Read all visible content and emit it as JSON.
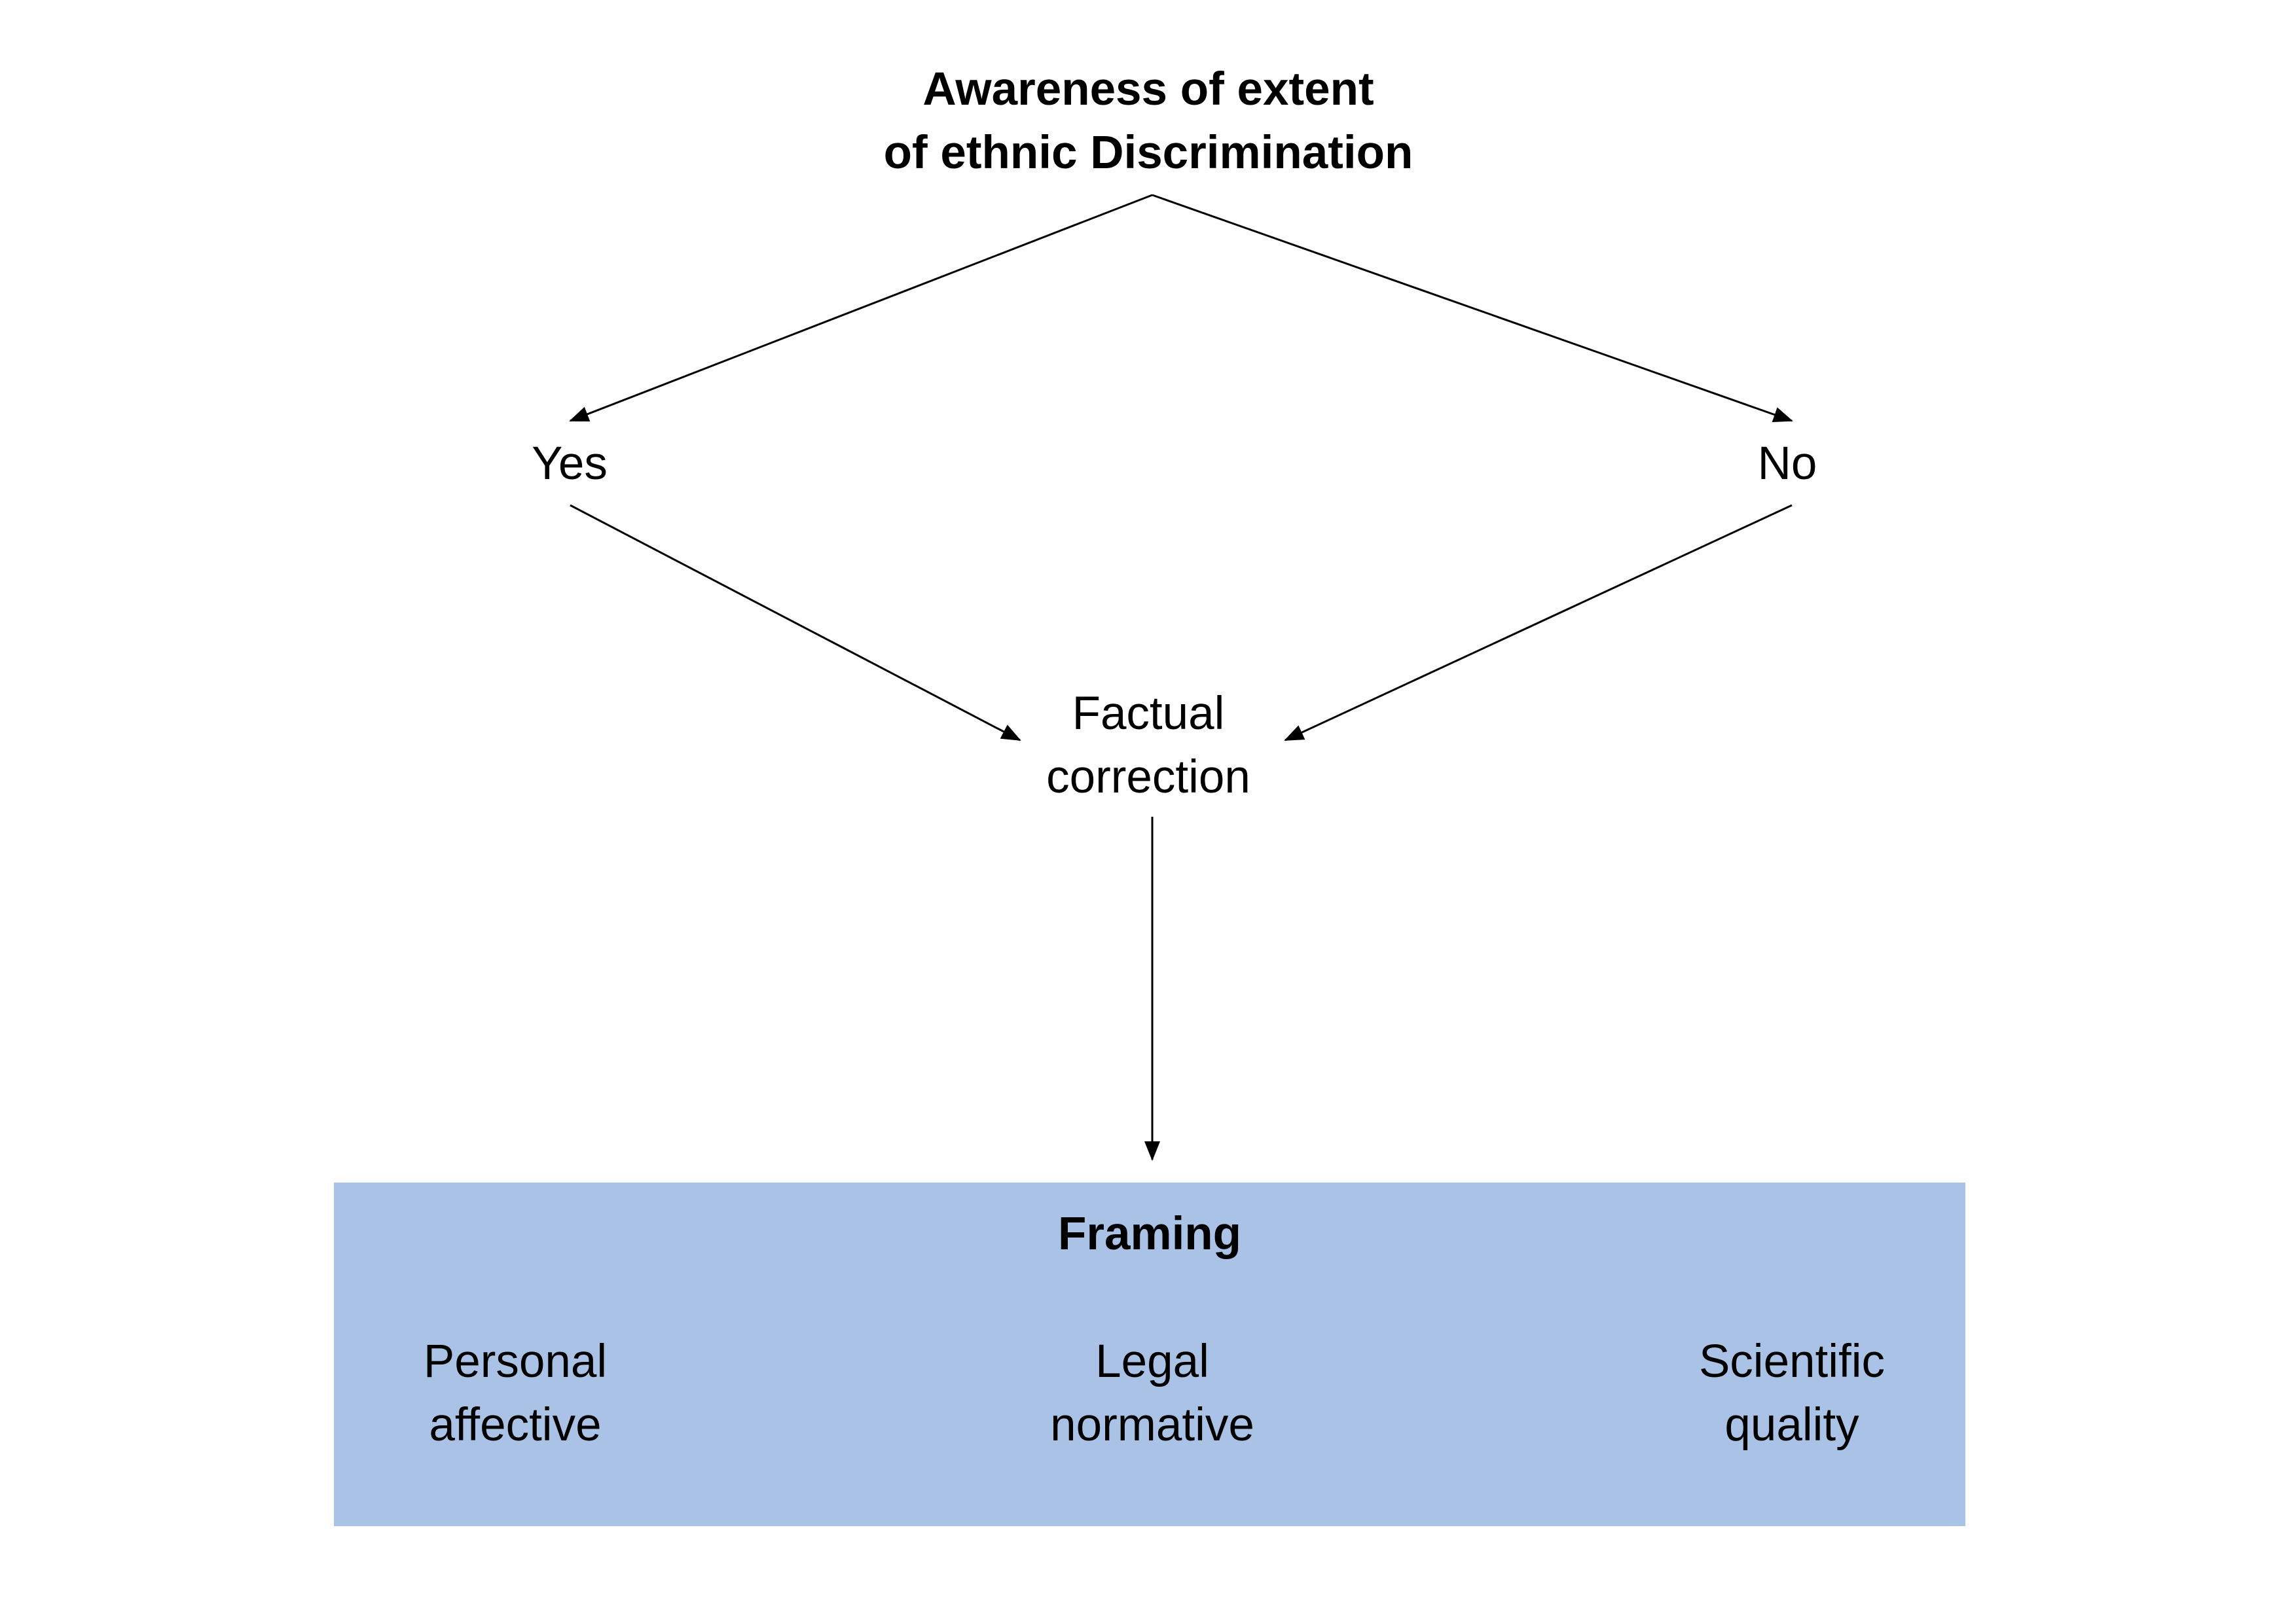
{
  "diagram": {
    "top": {
      "line1": "Awareness of extent",
      "line2": "of ethnic Discrimination"
    },
    "yes": "Yes",
    "no": "No",
    "factual": {
      "line1": "Factual",
      "line2": "correction"
    },
    "framing": {
      "title": "Framing",
      "items": [
        {
          "line1": "Personal",
          "line2": "affective"
        },
        {
          "line1": "Legal",
          "line2": "normative"
        },
        {
          "line1": "Scientific",
          "line2": "quality"
        }
      ],
      "fill_color": "#a9c2e5"
    },
    "line_color": "#000000"
  }
}
